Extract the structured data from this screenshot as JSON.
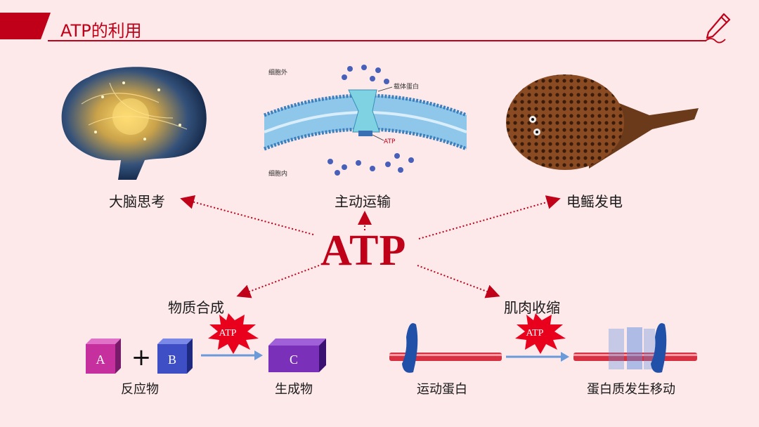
{
  "header": {
    "title": "ATP的利用",
    "accent": "#c00018",
    "icon": "pen-icon"
  },
  "center": {
    "label": "ATP"
  },
  "uses": {
    "brain": "大脑思考",
    "transport": "主动运输",
    "ray": "电鳐发电",
    "synthesis": "物质合成",
    "muscle": "肌肉收缩"
  },
  "transport_diagram": {
    "outside": "细胞外",
    "inside": "细胞内",
    "carrier": "载体蛋白",
    "atp": "ATP"
  },
  "synthesis_diagram": {
    "cube_a": "A",
    "plus": "+",
    "cube_b": "B",
    "cube_c": "C",
    "burst": "ATP",
    "reactants": "反应物",
    "product": "生成物"
  },
  "muscle_diagram": {
    "burst": "ATP",
    "before": "运动蛋白",
    "after": "蛋白质发生移动"
  }
}
